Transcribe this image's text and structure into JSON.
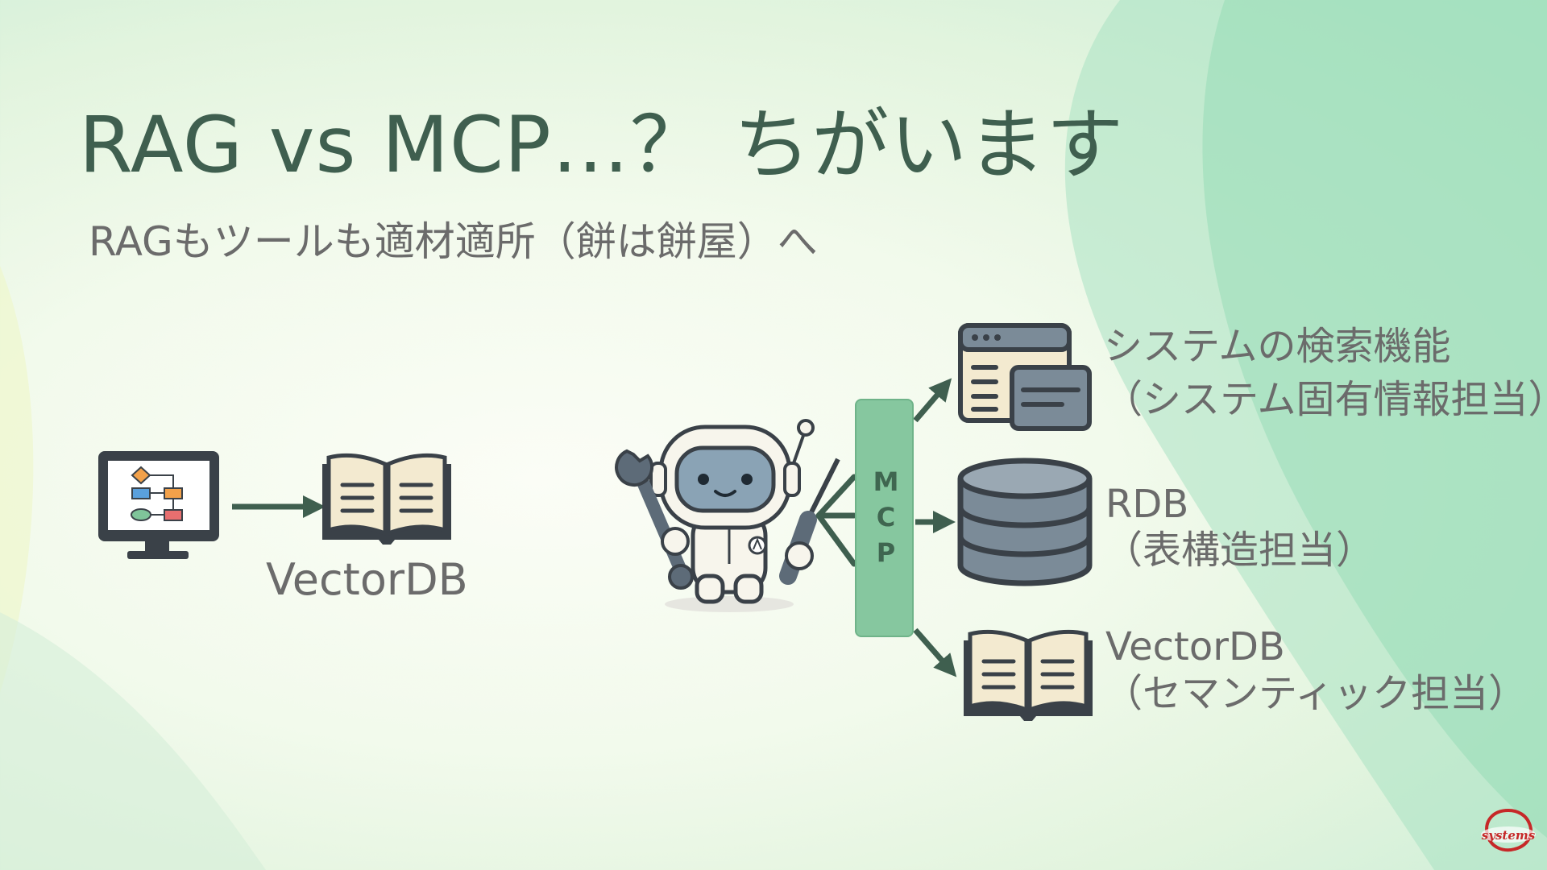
{
  "slide": {
    "title": "RAG vs MCP…？ ちがいます",
    "subtitle": "RAGもツールも適材適所（餅は餅屋）へ"
  },
  "left_flow": {
    "source_icon": "monitor-flowchart-icon",
    "target_icon": "open-book-icon",
    "target_label": "VectorDB"
  },
  "mcp": {
    "letters": [
      "M",
      "C",
      "P"
    ],
    "agent_icon": "robot-astronaut-with-tools-icon"
  },
  "targets": [
    {
      "icon": "browser-window-icon",
      "line1": "システムの検索機能",
      "line2": "（システム固有情報担当）"
    },
    {
      "icon": "database-icon",
      "line1": "RDB",
      "line2": "（表構造担当）"
    },
    {
      "icon": "open-book-icon",
      "line1": "VectorDB",
      "line2": "（セマンティック担当）"
    }
  ],
  "colors": {
    "title": "#3f5f4f",
    "text": "#6b6b6b",
    "arrow": "#3f5f4f",
    "mcp_box": "#86c79f",
    "logo": "#c62828"
  },
  "logo": {
    "name": "systems-logo",
    "text": "systems"
  }
}
